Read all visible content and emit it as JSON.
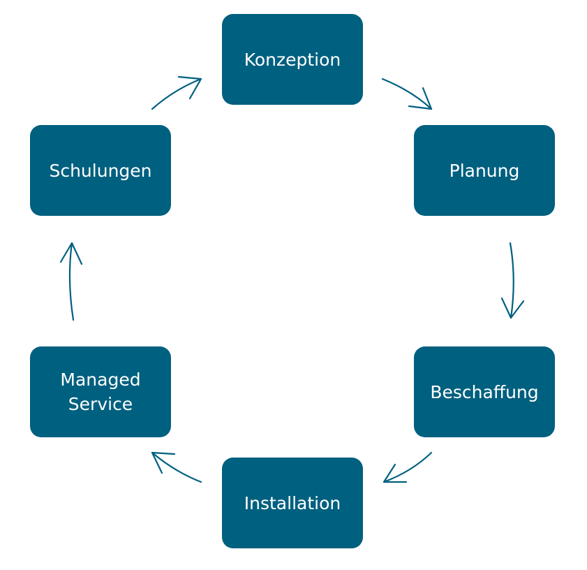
{
  "steps": [
    {
      "label": "Konzeption"
    },
    {
      "label": "Planung"
    },
    {
      "label": "Beschaffung"
    },
    {
      "label": "Installation"
    },
    {
      "label": "Managed\nService"
    },
    {
      "label": "Schulungen"
    }
  ],
  "colors": {
    "box": "#00607f",
    "text": "#ffffff",
    "arrow": "#00607f"
  }
}
